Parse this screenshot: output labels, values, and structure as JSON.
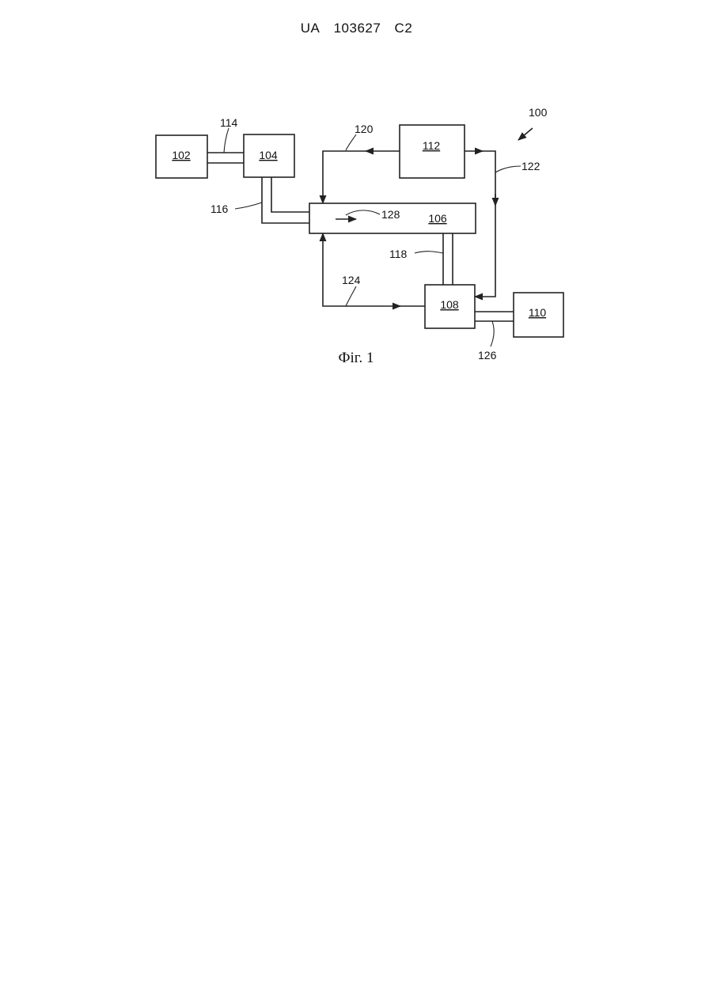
{
  "header": {
    "country": "UA",
    "number": "103627",
    "kind": "C2"
  },
  "figure": {
    "caption": "Фіг. 1",
    "system_ref": "100",
    "blocks": {
      "b102": "102",
      "b104": "104",
      "b106": "106",
      "b108": "108",
      "b110": "110",
      "b112": "112"
    },
    "refs": {
      "r114": "114",
      "r116": "116",
      "r118": "118",
      "r120": "120",
      "r122": "122",
      "r124": "124",
      "r126": "126",
      "r128": "128"
    }
  }
}
